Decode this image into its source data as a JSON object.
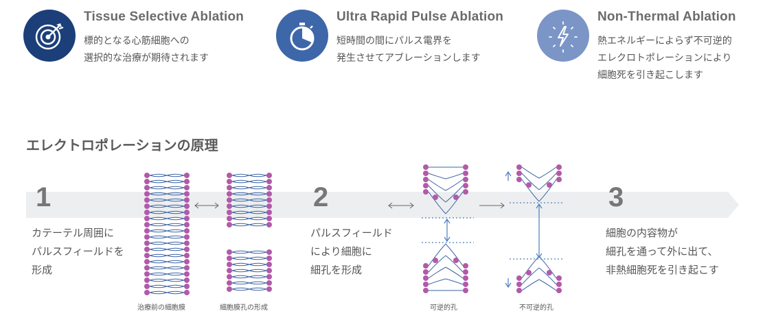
{
  "features": [
    {
      "title": "Tissue Selective Ablation",
      "lines": [
        "標的となる心筋細胞への",
        "選択的な治療が期待されます"
      ],
      "icon": "target-icon",
      "color": "#1c3f7a"
    },
    {
      "title": "Ultra Rapid Pulse Ablation",
      "lines": [
        "短時間の間にパルス電界を",
        "発生させてアブレーションします"
      ],
      "icon": "stopwatch-icon",
      "color": "#3d67a8"
    },
    {
      "title": "Non-Thermal Ablation",
      "lines": [
        "熱エネルギーによらず不可逆的",
        "エレクロトポレーションにより",
        "細胞死を引き起こします"
      ],
      "icon": "lightning-icon",
      "color": "#7b95c7"
    }
  ],
  "section_title": "エレクトロポレーションの原理",
  "steps": [
    {
      "number": "1",
      "lines": [
        "カテーテル周囲に",
        "パルスフィールドを",
        "形成"
      ]
    },
    {
      "number": "2",
      "lines": [
        "パルスフィールド",
        "により細胞に",
        "細孔を形成"
      ]
    },
    {
      "number": "3",
      "lines": [
        "細胞の内容物が",
        "細孔を通って外に出て、",
        "非熱細胞死を引き起こす"
      ]
    }
  ],
  "captions": [
    "治療前の細胞膜",
    "細胞膜孔の形成",
    "可逆的孔",
    "不可逆的孔"
  ],
  "colors": {
    "lipid_head": "#b25aa9",
    "lipid_tail": "#3c63a4",
    "band": "#eceef0",
    "arrow": "#4a7dc0"
  }
}
